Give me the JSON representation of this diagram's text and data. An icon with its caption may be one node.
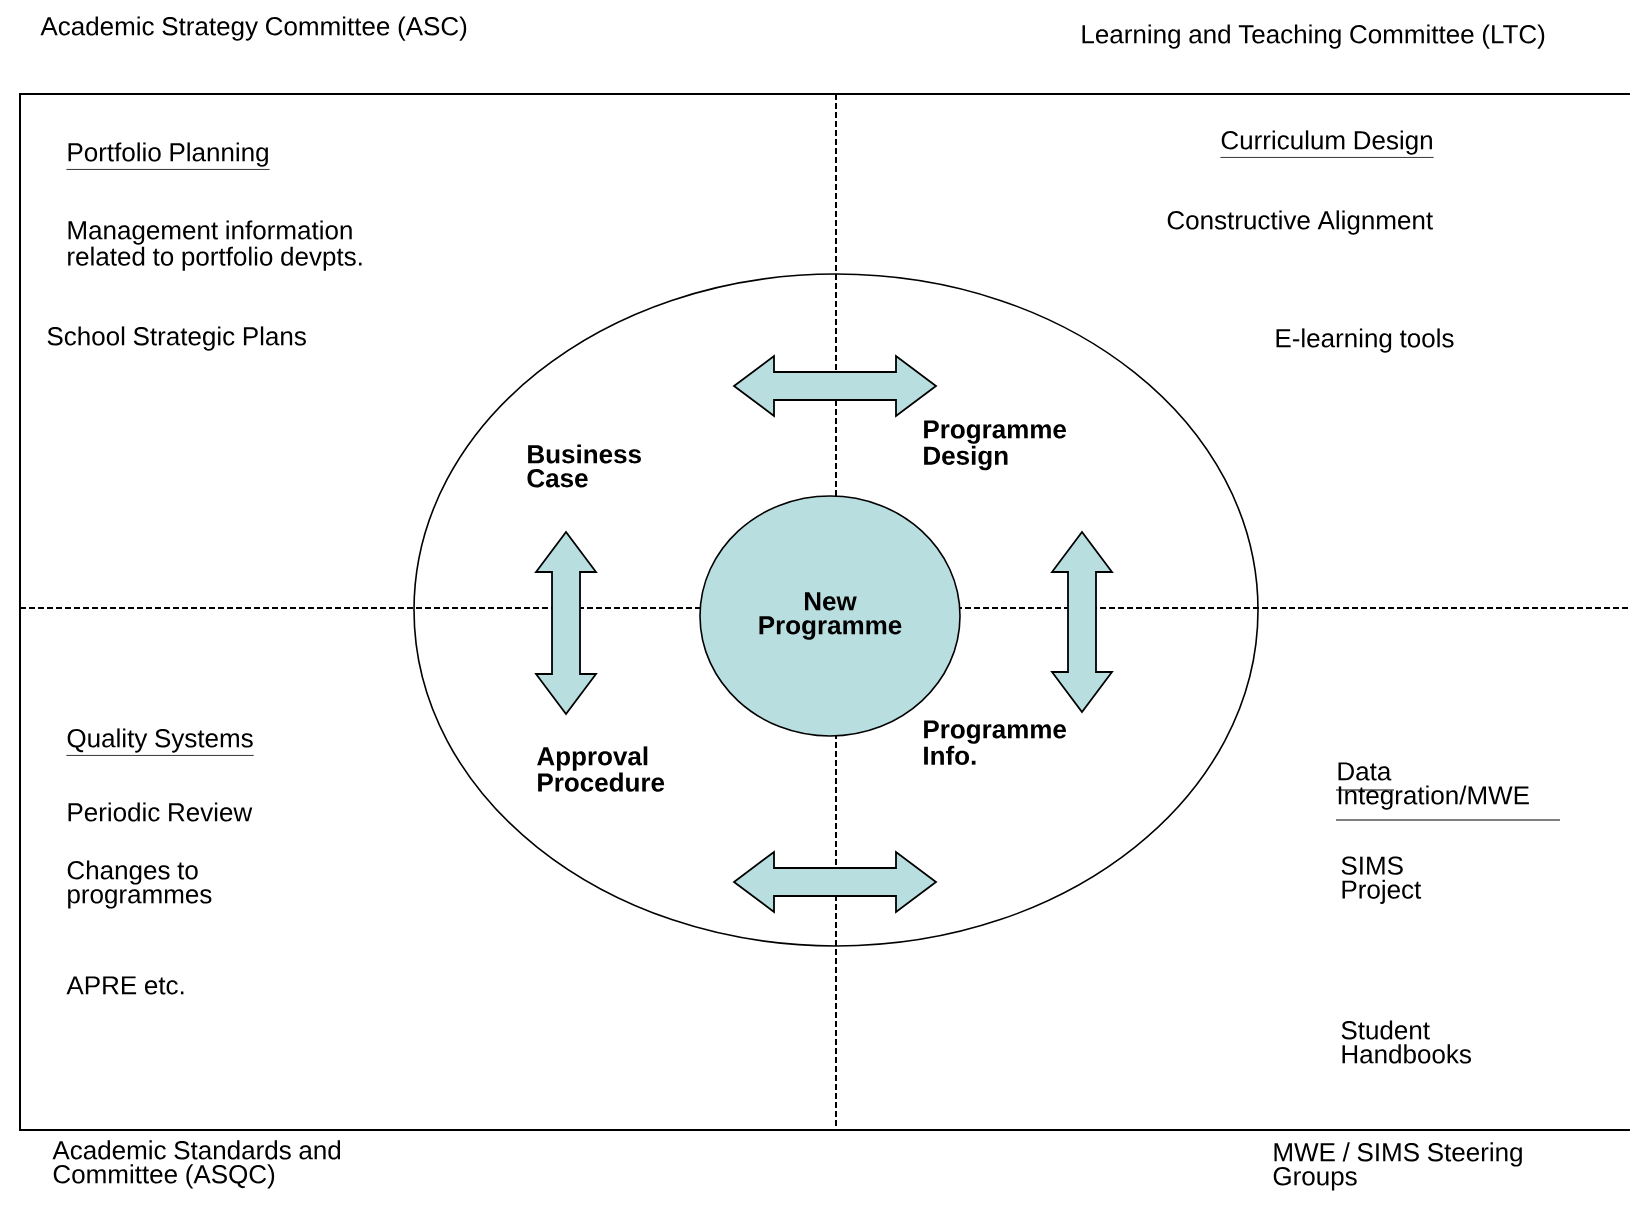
{
  "diagram": {
    "nodes": [
      {
        "text": [
          "Business Case"
        ]
      },
      {
        "text": [
          "Programme Design"
        ]
      },
      {
        "text": [
          "New Programme"
        ]
      },
      {
        "text": [
          "Approval Procedure"
        ]
      },
      {
        "text": [
          "Programme Info."
        ]
      }
    ],
    "edges": [
      {
        "from": 0,
        "to": 1,
        "arrow": "both"
      },
      {
        "from": 0,
        "to": 3,
        "arrow": "both"
      },
      {
        "from": 1,
        "to": 4,
        "arrow": "both"
      },
      {
        "from": 3,
        "to": 4,
        "arrow": "both"
      }
    ],
    "labels": [
      "Academic Strategy Committee (ASC)",
      "Learning and Teaching Committee (LTC)",
      "Portfolio Planning",
      "Curriculum Design",
      "Management information related to portfolio devpts.",
      "Constructive Alignment",
      "School Strategic Plans",
      "E-learning tools",
      "Quality Systems",
      "Periodic Review",
      "Data Integration/MWE",
      "Changes to programmes",
      "SIMS Project",
      "APRE etc.",
      "Student Handbooks",
      "Academic Standards and Committee (ASQC)",
      "MWE / SIMS Steering Groups"
    ]
  }
}
